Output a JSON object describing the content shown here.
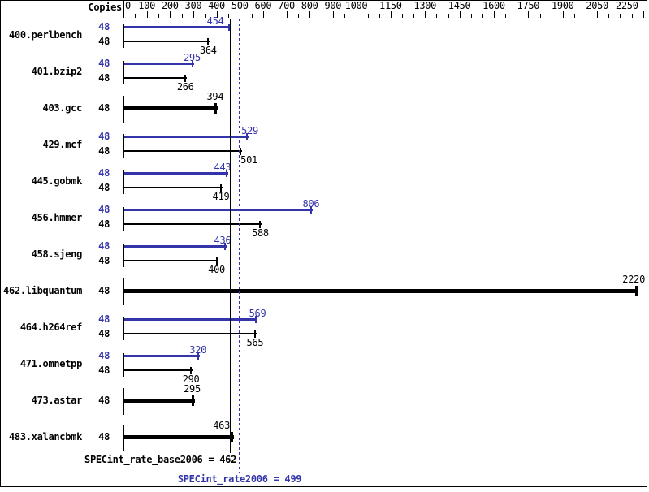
{
  "header": {
    "copies_label": "Copies"
  },
  "footer": {
    "base_text": "SPECint_rate_base2006 = 462",
    "peak_text": "SPECint_rate2006 = 499"
  },
  "colors": {
    "peak_blue": "#3333aa",
    "bar_black": "#000000",
    "background": "#ffffff"
  },
  "chart_data": {
    "type": "bar",
    "orientation": "horizontal",
    "title": "",
    "xlabel": "",
    "ylabel": "Copies",
    "grid": false,
    "legend_position": "none",
    "axis": {
      "position": "top",
      "range": [
        0,
        2250
      ],
      "labeled_ticks": [
        0,
        100,
        200,
        300,
        400,
        500,
        600,
        700,
        800,
        900,
        1000,
        1150,
        1300,
        1450,
        1600,
        1750,
        1900,
        2050,
        2250
      ],
      "minor_tick_step": 50
    },
    "copies_header": "Copies",
    "benchmarks": [
      {
        "name": "400.perlbench",
        "copies": 48,
        "peak": 454,
        "base": 364,
        "single_bar": false
      },
      {
        "name": "401.bzip2",
        "copies": 48,
        "peak": 295,
        "base": 266,
        "single_bar": false
      },
      {
        "name": "403.gcc",
        "copies": 48,
        "peak": null,
        "base": 394,
        "single_bar": true
      },
      {
        "name": "429.mcf",
        "copies": 48,
        "peak": 529,
        "base": 501,
        "single_bar": false
      },
      {
        "name": "445.gobmk",
        "copies": 48,
        "peak": 443,
        "base": 419,
        "single_bar": false
      },
      {
        "name": "456.hmmer",
        "copies": 48,
        "peak": 806,
        "base": 588,
        "single_bar": false
      },
      {
        "name": "458.sjeng",
        "copies": 48,
        "peak": 436,
        "base": 400,
        "single_bar": false
      },
      {
        "name": "462.libquantum",
        "copies": 48,
        "peak": null,
        "base": 2220,
        "single_bar": true
      },
      {
        "name": "464.h264ref",
        "copies": 48,
        "peak": 569,
        "base": 565,
        "single_bar": false
      },
      {
        "name": "471.omnetpp",
        "copies": 48,
        "peak": 320,
        "base": 290,
        "single_bar": false
      },
      {
        "name": "473.astar",
        "copies": 48,
        "peak": null,
        "base": 295,
        "single_bar": true
      },
      {
        "name": "483.xalancbmk",
        "copies": 48,
        "peak": null,
        "base": 463,
        "single_bar": true
      }
    ],
    "reference_lines": [
      {
        "id": "base",
        "value": 462,
        "style": "solid",
        "color": "#000000",
        "label": "SPECint_rate_base2006 = 462"
      },
      {
        "id": "peak",
        "value": 499,
        "style": "dotted",
        "color": "#3333aa",
        "label": "SPECint_rate2006 = 499"
      }
    ]
  }
}
